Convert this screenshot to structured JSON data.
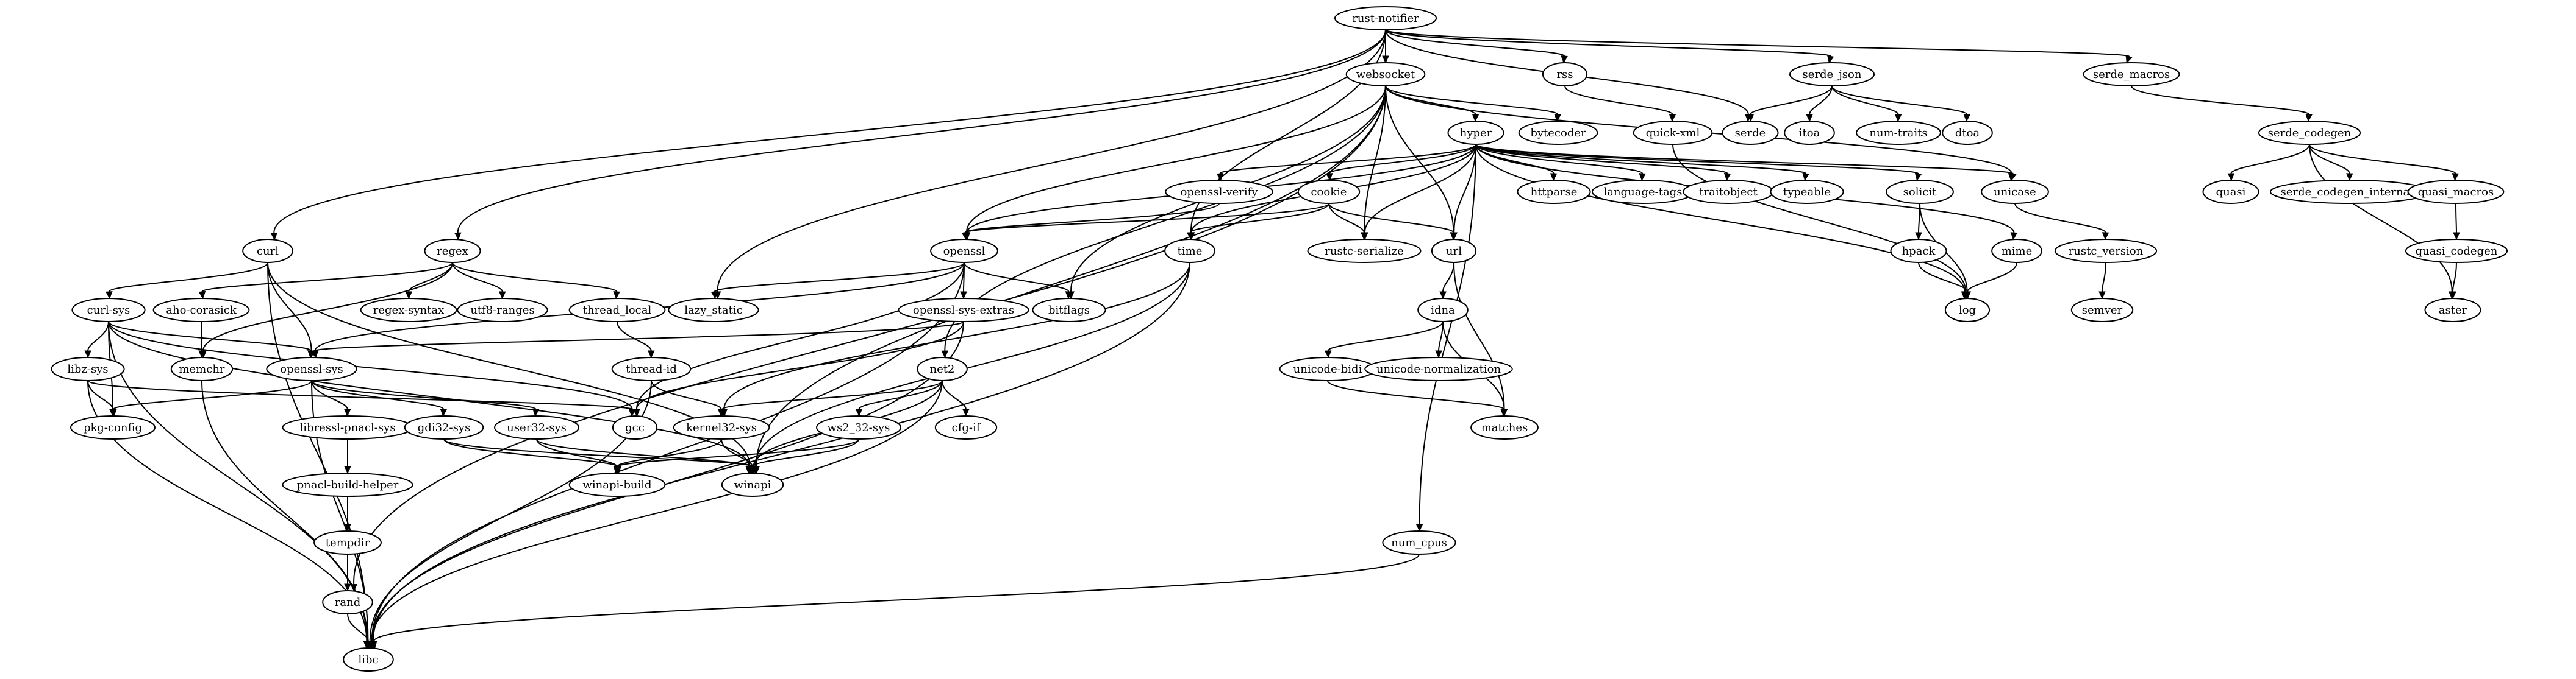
{
  "graph": {
    "nodes": [
      {
        "id": "rust-notifier",
        "label": "rust-notifier"
      },
      {
        "id": "websocket",
        "label": "websocket"
      },
      {
        "id": "rss",
        "label": "rss"
      },
      {
        "id": "serde_json",
        "label": "serde_json"
      },
      {
        "id": "serde_macros",
        "label": "serde_macros"
      },
      {
        "id": "serde",
        "label": "serde"
      },
      {
        "id": "itoa",
        "label": "itoa"
      },
      {
        "id": "num-traits",
        "label": "num-traits"
      },
      {
        "id": "dtoa",
        "label": "dtoa"
      },
      {
        "id": "quick-xml",
        "label": "quick-xml"
      },
      {
        "id": "serde_codegen",
        "label": "serde_codegen"
      },
      {
        "id": "quasi",
        "label": "quasi"
      },
      {
        "id": "serde_codegen_internals",
        "label": "serde_codegen_internals"
      },
      {
        "id": "quasi_macros",
        "label": "quasi_macros"
      },
      {
        "id": "quasi_codegen",
        "label": "quasi_codegen"
      },
      {
        "id": "aster",
        "label": "aster"
      },
      {
        "id": "hyper",
        "label": "hyper"
      },
      {
        "id": "bytecoder",
        "label": "bytecoder"
      },
      {
        "id": "openssl-verify",
        "label": "openssl-verify"
      },
      {
        "id": "cookie",
        "label": "cookie"
      },
      {
        "id": "httparse",
        "label": "httparse"
      },
      {
        "id": "language-tags",
        "label": "language-tags"
      },
      {
        "id": "traitobject",
        "label": "traitobject"
      },
      {
        "id": "typeable",
        "label": "typeable"
      },
      {
        "id": "solicit",
        "label": "solicit"
      },
      {
        "id": "unicase",
        "label": "unicase"
      },
      {
        "id": "rustc-serialize",
        "label": "rustc-serialize"
      },
      {
        "id": "url",
        "label": "url"
      },
      {
        "id": "hpack",
        "label": "hpack"
      },
      {
        "id": "mime",
        "label": "mime"
      },
      {
        "id": "rustc_version",
        "label": "rustc_version"
      },
      {
        "id": "log",
        "label": "log"
      },
      {
        "id": "semver",
        "label": "semver"
      },
      {
        "id": "curl",
        "label": "curl"
      },
      {
        "id": "regex",
        "label": "regex"
      },
      {
        "id": "openssl",
        "label": "openssl"
      },
      {
        "id": "time",
        "label": "time"
      },
      {
        "id": "curl-sys",
        "label": "curl-sys"
      },
      {
        "id": "aho-corasick",
        "label": "aho-corasick"
      },
      {
        "id": "regex-syntax",
        "label": "regex-syntax"
      },
      {
        "id": "utf8-ranges",
        "label": "utf8-ranges"
      },
      {
        "id": "thread_local",
        "label": "thread_local"
      },
      {
        "id": "lazy_static",
        "label": "lazy_static"
      },
      {
        "id": "openssl-sys-extras",
        "label": "openssl-sys-extras"
      },
      {
        "id": "bitflags",
        "label": "bitflags"
      },
      {
        "id": "idna",
        "label": "idna"
      },
      {
        "id": "libz-sys",
        "label": "libz-sys"
      },
      {
        "id": "memchr",
        "label": "memchr"
      },
      {
        "id": "openssl-sys",
        "label": "openssl-sys"
      },
      {
        "id": "thread-id",
        "label": "thread-id"
      },
      {
        "id": "net2",
        "label": "net2"
      },
      {
        "id": "unicode-bidi",
        "label": "unicode-bidi"
      },
      {
        "id": "unicode-normalization",
        "label": "unicode-normalization"
      },
      {
        "id": "pkg-config",
        "label": "pkg-config"
      },
      {
        "id": "gcc",
        "label": "gcc"
      },
      {
        "id": "kernel32-sys",
        "label": "kernel32-sys"
      },
      {
        "id": "ws2_32-sys",
        "label": "ws2_32-sys"
      },
      {
        "id": "cfg-if",
        "label": "cfg-if"
      },
      {
        "id": "matches",
        "label": "matches"
      },
      {
        "id": "libressl-pnacl-sys",
        "label": "libressl-pnacl-sys"
      },
      {
        "id": "gdi32-sys",
        "label": "gdi32-sys"
      },
      {
        "id": "user32-sys",
        "label": "user32-sys"
      },
      {
        "id": "winapi-build",
        "label": "winapi-build"
      },
      {
        "id": "winapi",
        "label": "winapi"
      },
      {
        "id": "pnacl-build-helper",
        "label": "pnacl-build-helper"
      },
      {
        "id": "tempdir",
        "label": "tempdir"
      },
      {
        "id": "num_cpus",
        "label": "num_cpus"
      },
      {
        "id": "rand",
        "label": "rand"
      },
      {
        "id": "libc",
        "label": "libc"
      }
    ],
    "edges": [
      [
        "rust-notifier",
        "websocket"
      ],
      [
        "rust-notifier",
        "rss"
      ],
      [
        "rust-notifier",
        "serde_json"
      ],
      [
        "rust-notifier",
        "serde_macros"
      ],
      [
        "rust-notifier",
        "serde"
      ],
      [
        "rust-notifier",
        "curl"
      ],
      [
        "rust-notifier",
        "regex"
      ],
      [
        "rust-notifier",
        "lazy_static"
      ],
      [
        "rust-notifier",
        "time"
      ],
      [
        "websocket",
        "hyper"
      ],
      [
        "websocket",
        "bytecoder"
      ],
      [
        "websocket",
        "openssl"
      ],
      [
        "websocket",
        "url"
      ],
      [
        "websocket",
        "rustc-serialize"
      ],
      [
        "websocket",
        "unicase"
      ],
      [
        "websocket",
        "bitflags"
      ],
      [
        "websocket",
        "net2"
      ],
      [
        "websocket",
        "rand"
      ],
      [
        "websocket",
        "winapi"
      ],
      [
        "rss",
        "quick-xml"
      ],
      [
        "quick-xml",
        "log"
      ],
      [
        "serde_json",
        "serde"
      ],
      [
        "serde_json",
        "itoa"
      ],
      [
        "serde_json",
        "num-traits"
      ],
      [
        "serde_json",
        "dtoa"
      ],
      [
        "serde_macros",
        "serde_codegen"
      ],
      [
        "serde_codegen",
        "quasi"
      ],
      [
        "serde_codegen",
        "serde_codegen_internals"
      ],
      [
        "serde_codegen",
        "quasi_macros"
      ],
      [
        "serde_codegen",
        "aster"
      ],
      [
        "quasi_macros",
        "quasi_codegen"
      ],
      [
        "quasi_codegen",
        "aster"
      ],
      [
        "hyper",
        "openssl-verify"
      ],
      [
        "hyper",
        "cookie"
      ],
      [
        "hyper",
        "httparse"
      ],
      [
        "hyper",
        "language-tags"
      ],
      [
        "hyper",
        "traitobject"
      ],
      [
        "hyper",
        "typeable"
      ],
      [
        "hyper",
        "solicit"
      ],
      [
        "hyper",
        "unicase"
      ],
      [
        "hyper",
        "rustc-serialize"
      ],
      [
        "hyper",
        "url"
      ],
      [
        "hyper",
        "mime"
      ],
      [
        "hyper",
        "log"
      ],
      [
        "hyper",
        "time"
      ],
      [
        "hyper",
        "openssl"
      ],
      [
        "hyper",
        "num_cpus"
      ],
      [
        "openssl-verify",
        "openssl"
      ],
      [
        "cookie",
        "openssl"
      ],
      [
        "cookie",
        "rustc-serialize"
      ],
      [
        "cookie",
        "url"
      ],
      [
        "cookie",
        "time"
      ],
      [
        "solicit",
        "hpack"
      ],
      [
        "solicit",
        "log"
      ],
      [
        "hpack",
        "log"
      ],
      [
        "mime",
        "log"
      ],
      [
        "unicase",
        "rustc_version"
      ],
      [
        "rustc_version",
        "semver"
      ],
      [
        "url",
        "idna"
      ],
      [
        "url",
        "matches"
      ],
      [
        "idna",
        "unicode-bidi"
      ],
      [
        "idna",
        "unicode-normalization"
      ],
      [
        "idna",
        "matches"
      ],
      [
        "unicode-bidi",
        "matches"
      ],
      [
        "curl",
        "curl-sys"
      ],
      [
        "curl",
        "openssl-sys"
      ],
      [
        "curl",
        "libc"
      ],
      [
        "curl",
        "winapi"
      ],
      [
        "regex",
        "aho-corasick"
      ],
      [
        "regex",
        "regex-syntax"
      ],
      [
        "regex",
        "utf8-ranges"
      ],
      [
        "regex",
        "thread_local"
      ],
      [
        "regex",
        "memchr"
      ],
      [
        "openssl",
        "lazy_static"
      ],
      [
        "openssl",
        "openssl-sys-extras"
      ],
      [
        "openssl",
        "bitflags"
      ],
      [
        "openssl",
        "gcc"
      ],
      [
        "openssl",
        "openssl-sys"
      ],
      [
        "openssl",
        "libc"
      ],
      [
        "time",
        "kernel32-sys"
      ],
      [
        "time",
        "winapi"
      ],
      [
        "time",
        "libc"
      ],
      [
        "curl-sys",
        "libz-sys"
      ],
      [
        "curl-sys",
        "openssl-sys"
      ],
      [
        "curl-sys",
        "pkg-config"
      ],
      [
        "curl-sys",
        "gcc"
      ],
      [
        "curl-sys",
        "winapi"
      ],
      [
        "curl-sys",
        "libc"
      ],
      [
        "aho-corasick",
        "memchr"
      ],
      [
        "memchr",
        "libc"
      ],
      [
        "thread_local",
        "thread-id"
      ],
      [
        "thread-id",
        "kernel32-sys"
      ],
      [
        "thread-id",
        "libc"
      ],
      [
        "openssl-sys-extras",
        "openssl-sys"
      ],
      [
        "openssl-sys-extras",
        "gcc"
      ],
      [
        "openssl-sys-extras",
        "libc"
      ],
      [
        "libz-sys",
        "pkg-config"
      ],
      [
        "libz-sys",
        "gcc"
      ],
      [
        "libz-sys",
        "libc"
      ],
      [
        "openssl-sys",
        "pkg-config"
      ],
      [
        "openssl-sys",
        "libressl-pnacl-sys"
      ],
      [
        "openssl-sys",
        "gdi32-sys"
      ],
      [
        "openssl-sys",
        "user32-sys"
      ],
      [
        "openssl-sys",
        "libc"
      ],
      [
        "net2",
        "kernel32-sys"
      ],
      [
        "net2",
        "ws2_32-sys"
      ],
      [
        "net2",
        "cfg-if"
      ],
      [
        "net2",
        "winapi"
      ],
      [
        "net2",
        "libc"
      ],
      [
        "kernel32-sys",
        "winapi-build"
      ],
      [
        "kernel32-sys",
        "winapi"
      ],
      [
        "ws2_32-sys",
        "winapi-build"
      ],
      [
        "ws2_32-sys",
        "winapi"
      ],
      [
        "gdi32-sys",
        "winapi-build"
      ],
      [
        "gdi32-sys",
        "winapi"
      ],
      [
        "user32-sys",
        "winapi-build"
      ],
      [
        "user32-sys",
        "winapi"
      ],
      [
        "libressl-pnacl-sys",
        "pnacl-build-helper"
      ],
      [
        "pnacl-build-helper",
        "tempdir"
      ],
      [
        "tempdir",
        "rand"
      ],
      [
        "rand",
        "libc"
      ],
      [
        "num_cpus",
        "libc"
      ]
    ]
  }
}
